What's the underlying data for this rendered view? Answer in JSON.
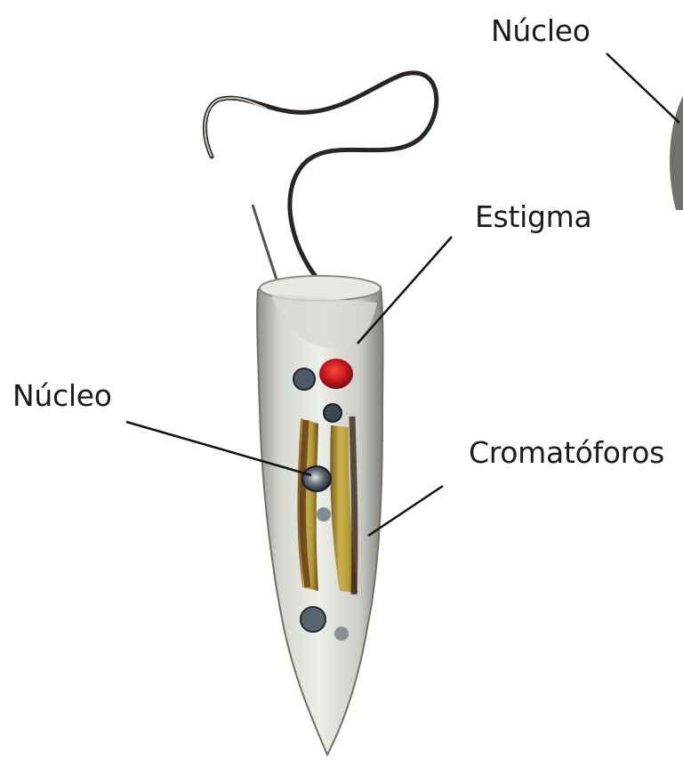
{
  "labels": {
    "nucleo_top": "Núcleo",
    "estigma": "Estigma",
    "nucleo_left": "Núcleo",
    "cromatoforos": "Cromatóforos"
  },
  "colors": {
    "estigma": "#c0161a",
    "cromatoforos": "#b8a23a",
    "membrane": "#b9bcb4",
    "flagellum": "#2a2522",
    "leader_line": "#111111"
  }
}
